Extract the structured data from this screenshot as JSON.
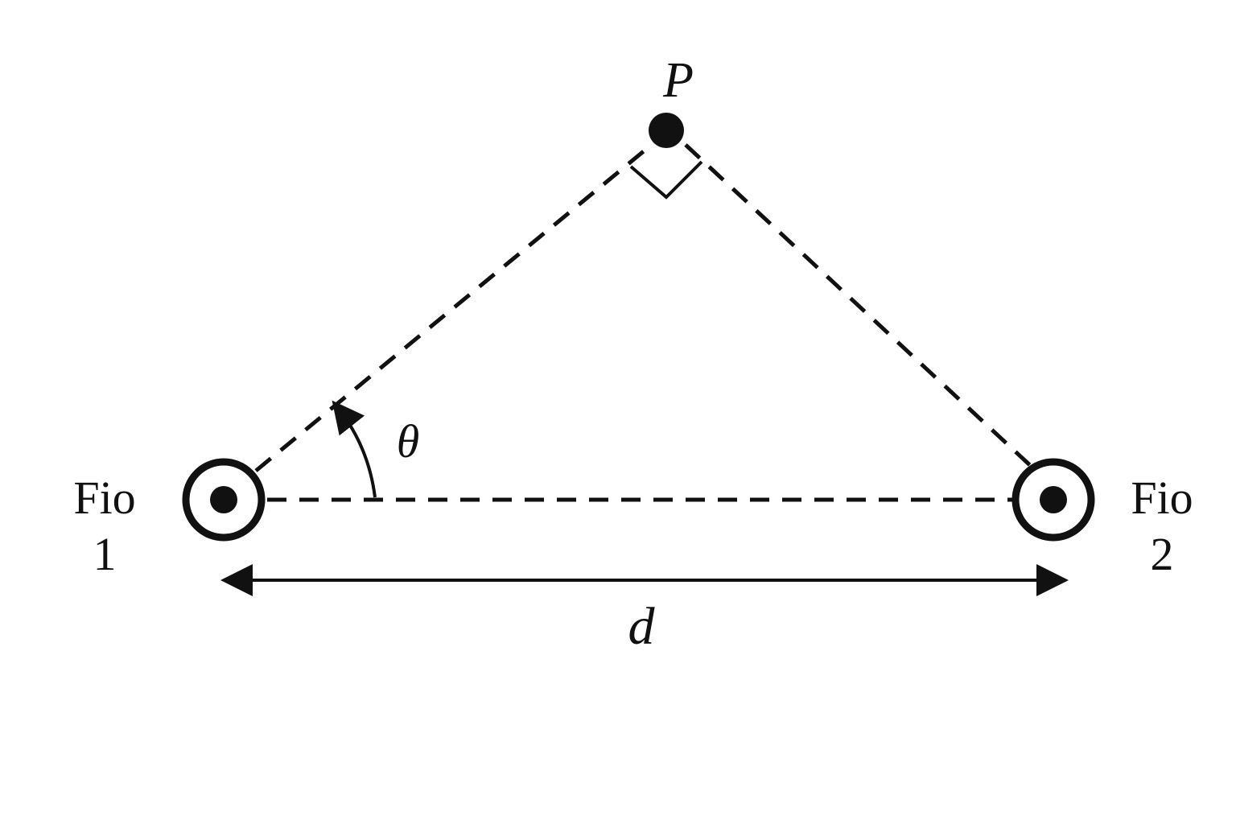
{
  "diagram": {
    "point_label": "P",
    "angle_label": "θ",
    "distance_label": "d",
    "wire1": {
      "line1": "Fio",
      "line2": "1"
    },
    "wire2": {
      "line1": "Fio",
      "line2": "2"
    }
  },
  "colors": {
    "ink": "#111111",
    "background": "#ffffff"
  }
}
